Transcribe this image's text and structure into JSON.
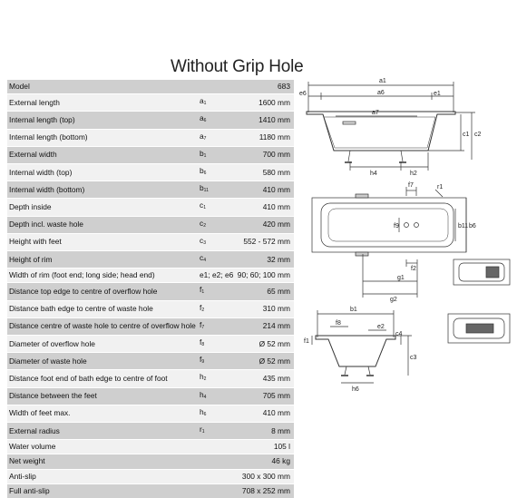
{
  "title": "Without Grip Hole",
  "specs": [
    {
      "label": "Model",
      "sym": "",
      "sub": "",
      "value": "683"
    },
    {
      "label": "External length",
      "sym": "a",
      "sub": "1",
      "value": "1600 mm"
    },
    {
      "label": "Internal length (top)",
      "sym": "a",
      "sub": "6",
      "value": "1410 mm"
    },
    {
      "label": "Internal length (bottom)",
      "sym": "a",
      "sub": "7",
      "value": "1180 mm"
    },
    {
      "label": "External width",
      "sym": "b",
      "sub": "1",
      "value": "700 mm"
    },
    {
      "label": "Internal width (top)",
      "sym": "b",
      "sub": "6",
      "value": "580 mm"
    },
    {
      "label": "Internal width (bottom)",
      "sym": "b",
      "sub": "11",
      "value": "410 mm"
    },
    {
      "label": "Depth inside",
      "sym": "c",
      "sub": "1",
      "value": "410 mm"
    },
    {
      "label": "Depth incl. waste hole",
      "sym": "c",
      "sub": "2",
      "value": "420 mm"
    },
    {
      "label": "Height with feet",
      "sym": "c",
      "sub": "3",
      "value": "552 - 572 mm"
    },
    {
      "label": "Height of rim",
      "sym": "c",
      "sub": "4",
      "value": "32 mm"
    },
    {
      "label": "Width of rim (foot end; long side; head end)",
      "sym": "e",
      "sub": "",
      "sym_full": "e1; e2; e6",
      "value": "90; 60; 100 mm"
    },
    {
      "label": "Distance top edge to centre of overflow hole",
      "sym": "f",
      "sub": "1",
      "value": "65 mm"
    },
    {
      "label": "Distance bath edge to centre of waste hole",
      "sym": "f",
      "sub": "2",
      "value": "310 mm"
    },
    {
      "label": "Distance centre of waste hole to centre of overflow hole",
      "sym": "f",
      "sub": "7",
      "value": "214 mm"
    },
    {
      "label": "Diameter of overflow hole",
      "sym": "f",
      "sub": "8",
      "value": "Ø 52 mm"
    },
    {
      "label": "Diameter of waste hole",
      "sym": "f",
      "sub": "9",
      "value": "Ø 52 mm"
    },
    {
      "label": "Distance foot end of bath edge to centre of foot",
      "sym": "h",
      "sub": "2",
      "value": "435 mm"
    },
    {
      "label": "Distance between the feet",
      "sym": "h",
      "sub": "4",
      "value": "705 mm"
    },
    {
      "label": "Width of feet max.",
      "sym": "h",
      "sub": "6",
      "value": "410 mm"
    },
    {
      "label": "External radius",
      "sym": "r",
      "sub": "1",
      "value": "8 mm"
    },
    {
      "label": "Water volume",
      "sym": "",
      "sub": "",
      "value": "105 l"
    },
    {
      "label": "Net weight",
      "sym": "",
      "sub": "",
      "value": "46 kg"
    },
    {
      "label": "Anti-slip",
      "sym": "",
      "sub": "",
      "value": "300 x 300 mm"
    },
    {
      "label": "Full anti-slip",
      "sym": "",
      "sub": "",
      "value": "708 x 252 mm"
    }
  ],
  "diagram": {
    "side": {
      "a1": "a1",
      "a6": "a6",
      "a7": "a7",
      "e6": "e6",
      "e1": "e1",
      "c1": "c1",
      "c2": "c2",
      "h4": "h4",
      "h2": "h2"
    },
    "top": {
      "f7": "f7",
      "r1": "r1",
      "f9": "f9",
      "b11": "b11",
      "b6": "b6",
      "f2": "f2",
      "g1": "g1",
      "g2": "g2"
    },
    "end": {
      "b1": "b1",
      "f8": "f8",
      "e2": "e2",
      "f1": "f1",
      "c4": "c4",
      "c3": "c3",
      "h6": "h6"
    }
  },
  "colors": {
    "row_dark": "#cfcfcf",
    "row_light": "#f1f1f1",
    "line": "#333333"
  }
}
